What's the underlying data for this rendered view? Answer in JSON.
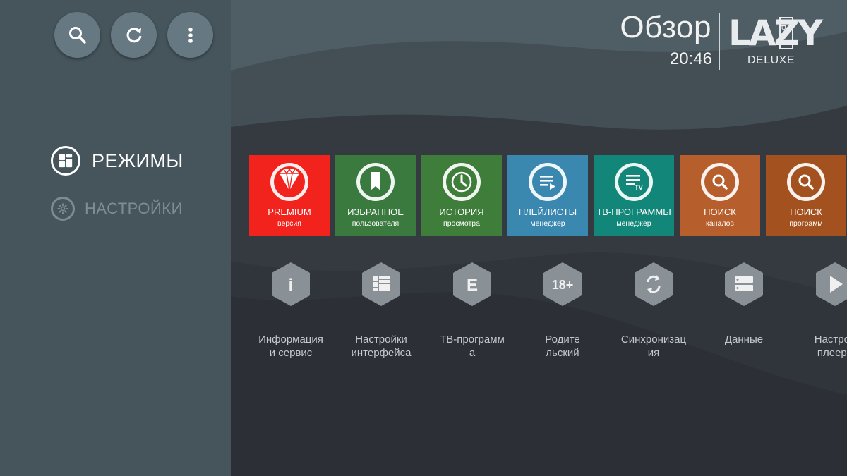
{
  "toolbar": {
    "buttons": [
      {
        "name": "search-button",
        "icon": "search-icon"
      },
      {
        "name": "refresh-button",
        "icon": "refresh-icon"
      },
      {
        "name": "more-button",
        "icon": "more-vertical-icon"
      }
    ]
  },
  "sidebar": {
    "items": [
      {
        "label": "РЕЖИМЫ",
        "icon": "grid-icon",
        "active": true
      },
      {
        "label": "НАСТРОЙКИ",
        "icon": "gear-icon",
        "active": false
      }
    ]
  },
  "header": {
    "title": "Обзор",
    "time": "20:46",
    "logo": {
      "main": "LAZY",
      "badge": "IPTV",
      "sub": "DELUXE"
    }
  },
  "tiles": [
    {
      "title": "PREMIUM",
      "subtitle": "версия",
      "color": "#f2231c",
      "icon": "diamond-icon"
    },
    {
      "title": "ИЗБРАННОЕ",
      "subtitle": "пользователя",
      "color": "#3a7a3f",
      "icon": "bookmark-icon"
    },
    {
      "title": "ИСТОРИЯ",
      "subtitle": "просмотра",
      "color": "#3e7d3a",
      "icon": "clock-icon"
    },
    {
      "title": "ПЛЕЙЛИСТЫ",
      "subtitle": "менеджер",
      "color": "#3a88b0",
      "icon": "playlist-icon"
    },
    {
      "title": "ТВ-ПРОГРАММЫ",
      "subtitle": "менеджер",
      "color": "#128678",
      "icon": "tv-guide-icon"
    },
    {
      "title": "ПОИСК",
      "subtitle": "каналов",
      "color": "#b65e2c",
      "icon": "search-icon"
    },
    {
      "title": "ПОИСК",
      "subtitle": "программ",
      "color": "#a3521f",
      "icon": "search-icon"
    }
  ],
  "settings_items": [
    {
      "label": "Информация\nи сервис",
      "icon": "info-icon"
    },
    {
      "label": "Настройки\nинтерфейса",
      "icon": "layout-icon"
    },
    {
      "label": "ТВ-программ\nа",
      "icon": "epg-letter-icon"
    },
    {
      "label": "Родите\nльский",
      "icon": "age-18-icon"
    },
    {
      "label": "Синхронизац\nия",
      "icon": "sync-icon"
    },
    {
      "label": "Данные",
      "icon": "storage-icon"
    },
    {
      "label": "Настрой\nплеера",
      "icon": "play-icon"
    }
  ],
  "icon_glyphs": {
    "age": "18+",
    "epg": "E",
    "info": "i"
  },
  "colors": {
    "sidebar_bg": "#46545c",
    "main_bg": "#2c3036",
    "hex_fill": "#8a9196",
    "hex_label": "#c3c9cd"
  }
}
